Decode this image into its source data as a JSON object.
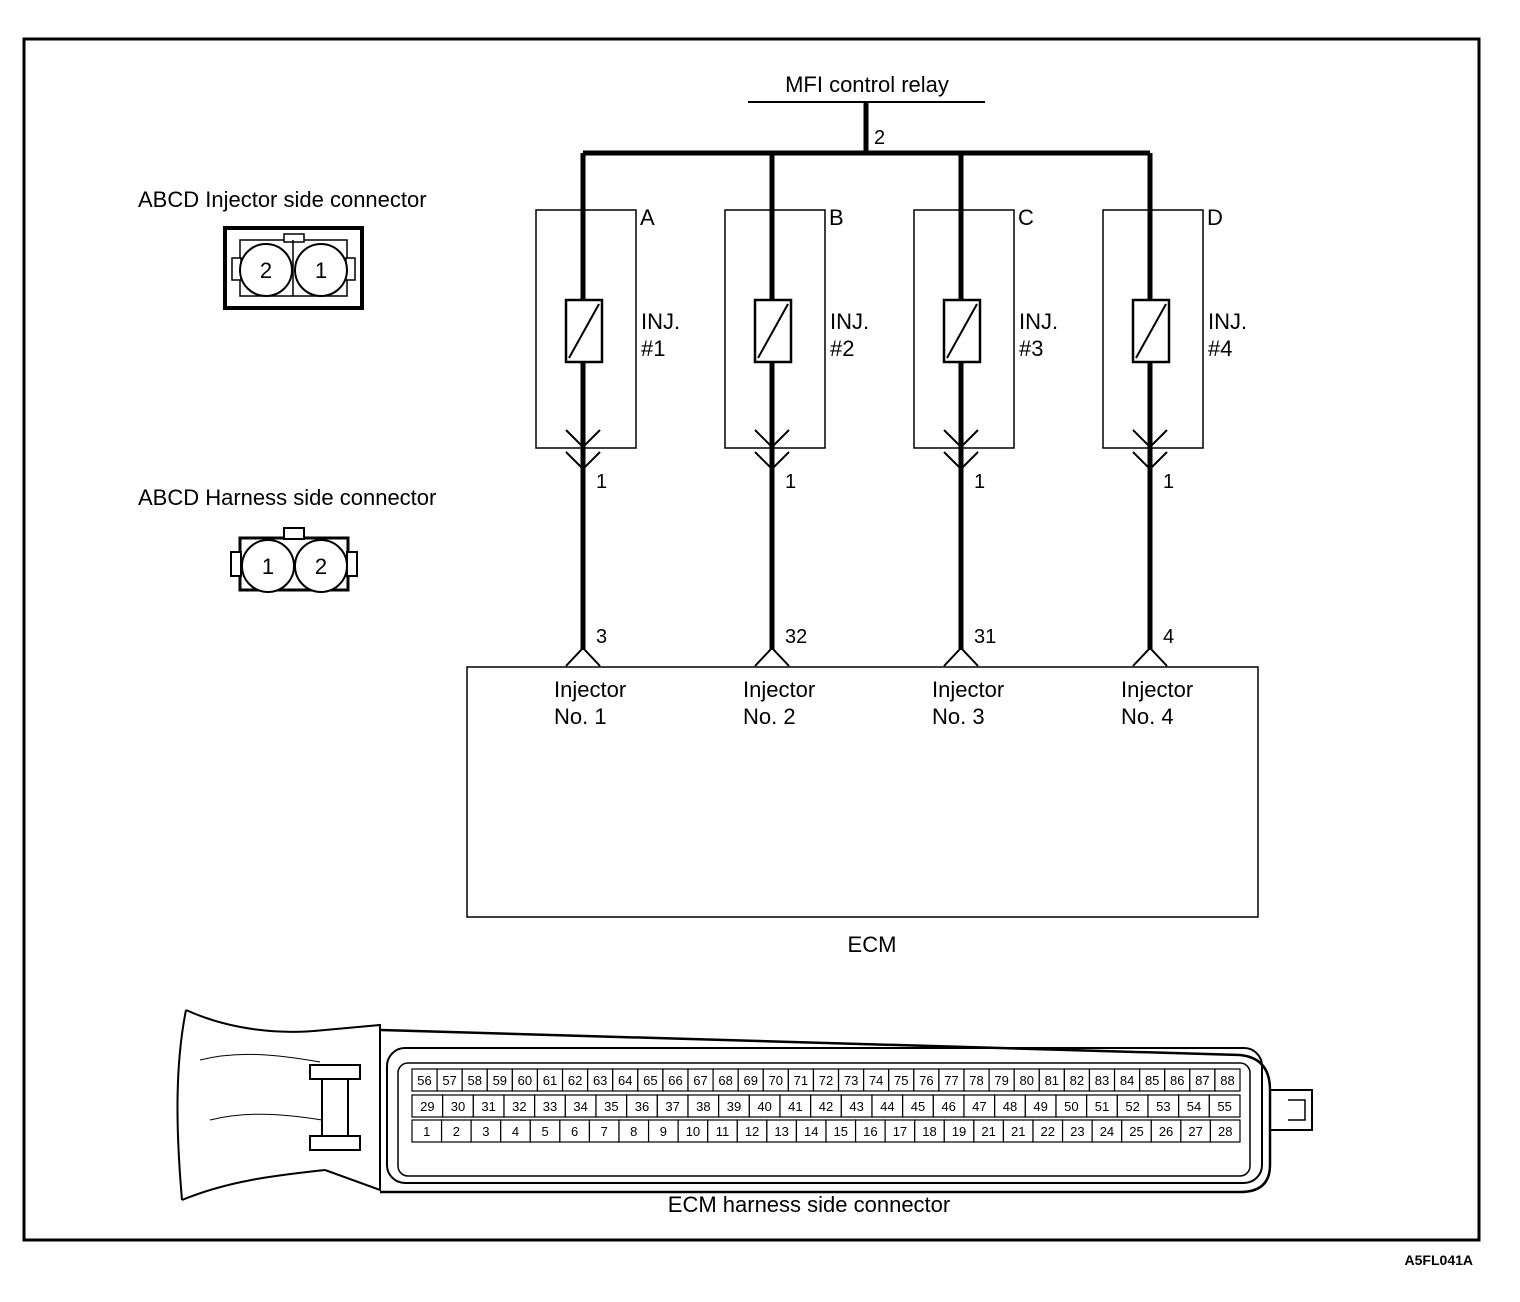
{
  "relay": {
    "label": "MFI control relay",
    "pin": "2"
  },
  "connectors": {
    "injector_side": {
      "title": "ABCD Injector side connector",
      "pins": [
        "2",
        "1"
      ]
    },
    "harness_side": {
      "title": "ABCD Harness side connector",
      "pins": [
        "1",
        "2"
      ]
    }
  },
  "injectors": [
    {
      "letter": "A",
      "name": "INJ.",
      "num": "#1",
      "pin_conn": "1",
      "ecm_pin": "3",
      "ecm_label1": "Injector",
      "ecm_label2": "No. 1"
    },
    {
      "letter": "B",
      "name": "INJ.",
      "num": "#2",
      "pin_conn": "1",
      "ecm_pin": "32",
      "ecm_label1": "Injector",
      "ecm_label2": "No. 2"
    },
    {
      "letter": "C",
      "name": "INJ.",
      "num": "#3",
      "pin_conn": "1",
      "ecm_pin": "31",
      "ecm_label1": "Injector",
      "ecm_label2": "No. 3"
    },
    {
      "letter": "D",
      "name": "INJ.",
      "num": "#4",
      "pin_conn": "1",
      "ecm_pin": "4",
      "ecm_label1": "Injector",
      "ecm_label2": "No. 4"
    }
  ],
  "ecm": {
    "label": "ECM"
  },
  "ecm_connector": {
    "title": "ECM harness side connector",
    "rows": [
      [
        "56",
        "57",
        "58",
        "59",
        "60",
        "61",
        "62",
        "63",
        "64",
        "65",
        "66",
        "67",
        "68",
        "69",
        "70",
        "71",
        "72",
        "73",
        "74",
        "75",
        "76",
        "77",
        "78",
        "79",
        "80",
        "81",
        "82",
        "83",
        "84",
        "85",
        "86",
        "87",
        "88"
      ],
      [
        "29",
        "30",
        "31",
        "32",
        "33",
        "34",
        "35",
        "36",
        "37",
        "38",
        "39",
        "40",
        "41",
        "42",
        "43",
        "44",
        "45",
        "46",
        "47",
        "48",
        "49",
        "50",
        "51",
        "52",
        "53",
        "54",
        "55"
      ],
      [
        "1",
        "2",
        "3",
        "4",
        "5",
        "6",
        "7",
        "8",
        "9",
        "10",
        "11",
        "12",
        "13",
        "14",
        "15",
        "16",
        "17",
        "18",
        "19",
        "21",
        "21",
        "22",
        "23",
        "24",
        "25",
        "26",
        "27",
        "28"
      ]
    ]
  },
  "figure_code": "A5FL041A"
}
